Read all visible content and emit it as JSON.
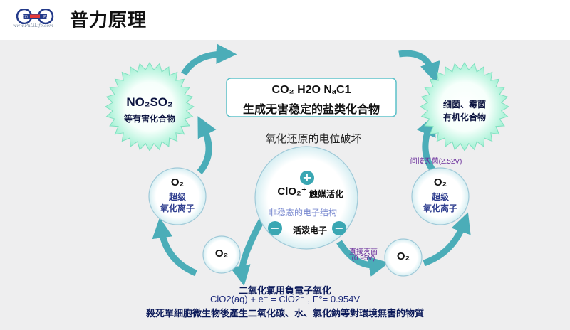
{
  "header": {
    "title": "普力原理",
    "logo_site": "www.PuLiLife.com"
  },
  "center_box": {
    "line1": "CO₂  H2O  NₐC1",
    "line2": "生成无害稳定的盐类化合物"
  },
  "redox_label": "氧化还原的电位破坏",
  "left_star": {
    "line1": "NO₂SO₂",
    "line2": "等有害化合物"
  },
  "right_star": {
    "line1": "细菌、霉菌",
    "line2": "有机化合物"
  },
  "left_circle": {
    "o2": "O₂",
    "line1": "超级",
    "line2": "氧化离子"
  },
  "right_circle": {
    "o2": "O₂",
    "line1": "超级",
    "line2": "氧化离子"
  },
  "small_left_o2": "O₂",
  "small_right_o2": "O₂",
  "center_circle": {
    "plus": "+",
    "minus": "−",
    "clo2": "ClO₂⁺",
    "catalyst": "触媒活化",
    "unstable": "非稳态的电子结构",
    "active": "活泼电子"
  },
  "indirect_label": "间接灭菌(2.52V)",
  "direct_label_1": "直接灭菌",
  "direct_label_2": "(0.95V)",
  "bottom": {
    "line1": "二氧化氯用負電子氧化",
    "line2": "ClO2(aq) + e⁻ = ClO2⁻ , E°= 0.954V",
    "line3": "殺死單細胞微生物後產生二氧化碳、水、氯化鈉等對環境無害的物質"
  },
  "colors": {
    "teal": "#3aa7b3",
    "teal_light": "#5bc0c8",
    "star_green": "#6ee0b8",
    "stage_bg": "#eeeeef"
  }
}
